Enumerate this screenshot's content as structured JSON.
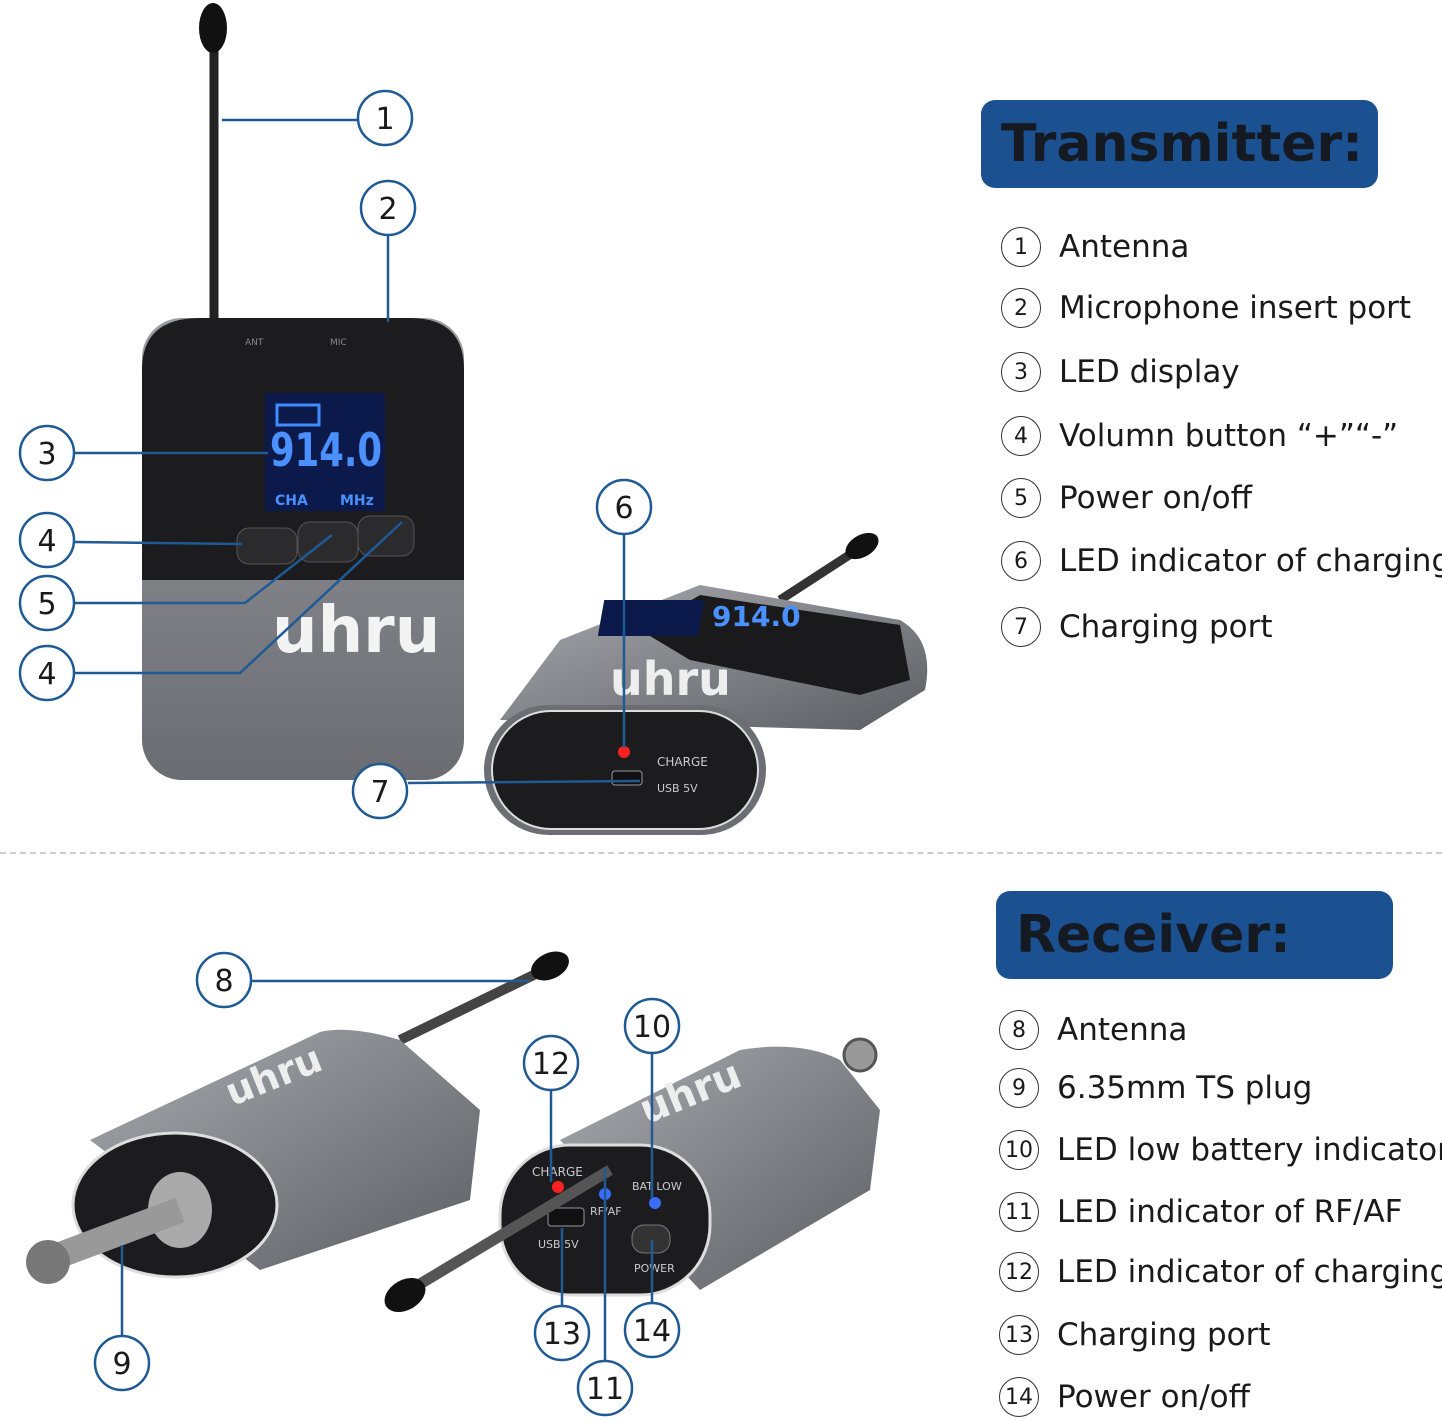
{
  "transmitter": {
    "title": "Transmitter:",
    "items": [
      {
        "num": "1",
        "label": "Antenna"
      },
      {
        "num": "2",
        "label": "Microphone insert port"
      },
      {
        "num": "3",
        "label": "LED display"
      },
      {
        "num": "4",
        "label": "Volumn button “+”“-”"
      },
      {
        "num": "5",
        "label": "Power on/off"
      },
      {
        "num": "6",
        "label": "LED indicator of charging"
      },
      {
        "num": "7",
        "label": "Charging port"
      }
    ]
  },
  "receiver": {
    "title": "Receiver:",
    "items": [
      {
        "num": "8",
        "label": "Antenna"
      },
      {
        "num": "9",
        "label": "6.35mm TS plug"
      },
      {
        "num": "10",
        "label": "LED low battery indicator"
      },
      {
        "num": "11",
        "label": "LED indicator of RF/AF"
      },
      {
        "num": "12",
        "label": "LED indicator of charging"
      },
      {
        "num": "13",
        "label": "Charging port"
      },
      {
        "num": "14",
        "label": "Power on/off"
      }
    ]
  },
  "device": {
    "brand": "uhru",
    "display_freq": "914.0",
    "display_cha": "CHA",
    "display_mhz": "MHz",
    "top_ant": "ANT",
    "top_mic": "MIC",
    "charge": "CHARGE",
    "usb": "USB 5V",
    "rfaf": "RF/AF",
    "batlow": "BAT LOW",
    "power": "POWER"
  },
  "colors": {
    "accent": "#1b5191",
    "callout": "#1f5a94",
    "led_red": "#ff2020",
    "led_blue": "#3a6cff",
    "lcd": "#3f8bff"
  }
}
